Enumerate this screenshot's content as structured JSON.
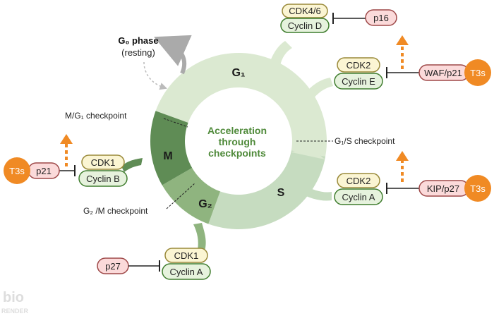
{
  "diagram": {
    "center_text": [
      "Acceleration",
      "through",
      "checkpoints"
    ],
    "phases": {
      "g1": "G₁",
      "s": "S",
      "g2": "G₂",
      "m": "M"
    },
    "g0": {
      "title": "G₀ phase",
      "subtitle": "(resting)"
    },
    "checkpoints": {
      "mg1": "M/G₁ checkpoint",
      "g1s": "G₁/S checkpoint",
      "g2m": "G₂ /M checkpoint"
    },
    "complexes": {
      "cdk46_cyclind": {
        "cdk": "CDK4/6",
        "cyclin": "Cyclin D"
      },
      "cdk2_cycline": {
        "cdk": "CDK2",
        "cyclin": "Cyclin E"
      },
      "cdk2_cyclina": {
        "cdk": "CDK2",
        "cyclin": "Cyclin A"
      },
      "cdk1_cyclinb": {
        "cdk": "CDK1",
        "cyclin": "Cyclin B"
      },
      "cdk1_cyclina": {
        "cdk": "CDK1",
        "cyclin": "Cyclin A"
      }
    },
    "inhibitors": {
      "p16": "p16",
      "waf_p21": "WAF/p21",
      "kip_p27": "KIP/p27",
      "p21": "p21",
      "p27": "p27"
    },
    "t3s": "T3s",
    "watermark": [
      "bio",
      "RENDER"
    ],
    "colors": {
      "g1": "#dbe9d1",
      "s": "#c6dcc0",
      "g2": "#8fb47f",
      "m": "#5f8c55",
      "center_text": "#4f8a3a",
      "cdk_fill": "#fbf5d3",
      "cdk_stroke": "#9a8a3a",
      "cyclin_fill": "#e6f2dd",
      "cyclin_stroke": "#3f7d2e",
      "inhibitor_fill": "#fbdada",
      "inhibitor_stroke": "#9e4848",
      "t3s": "#f08a24"
    }
  }
}
